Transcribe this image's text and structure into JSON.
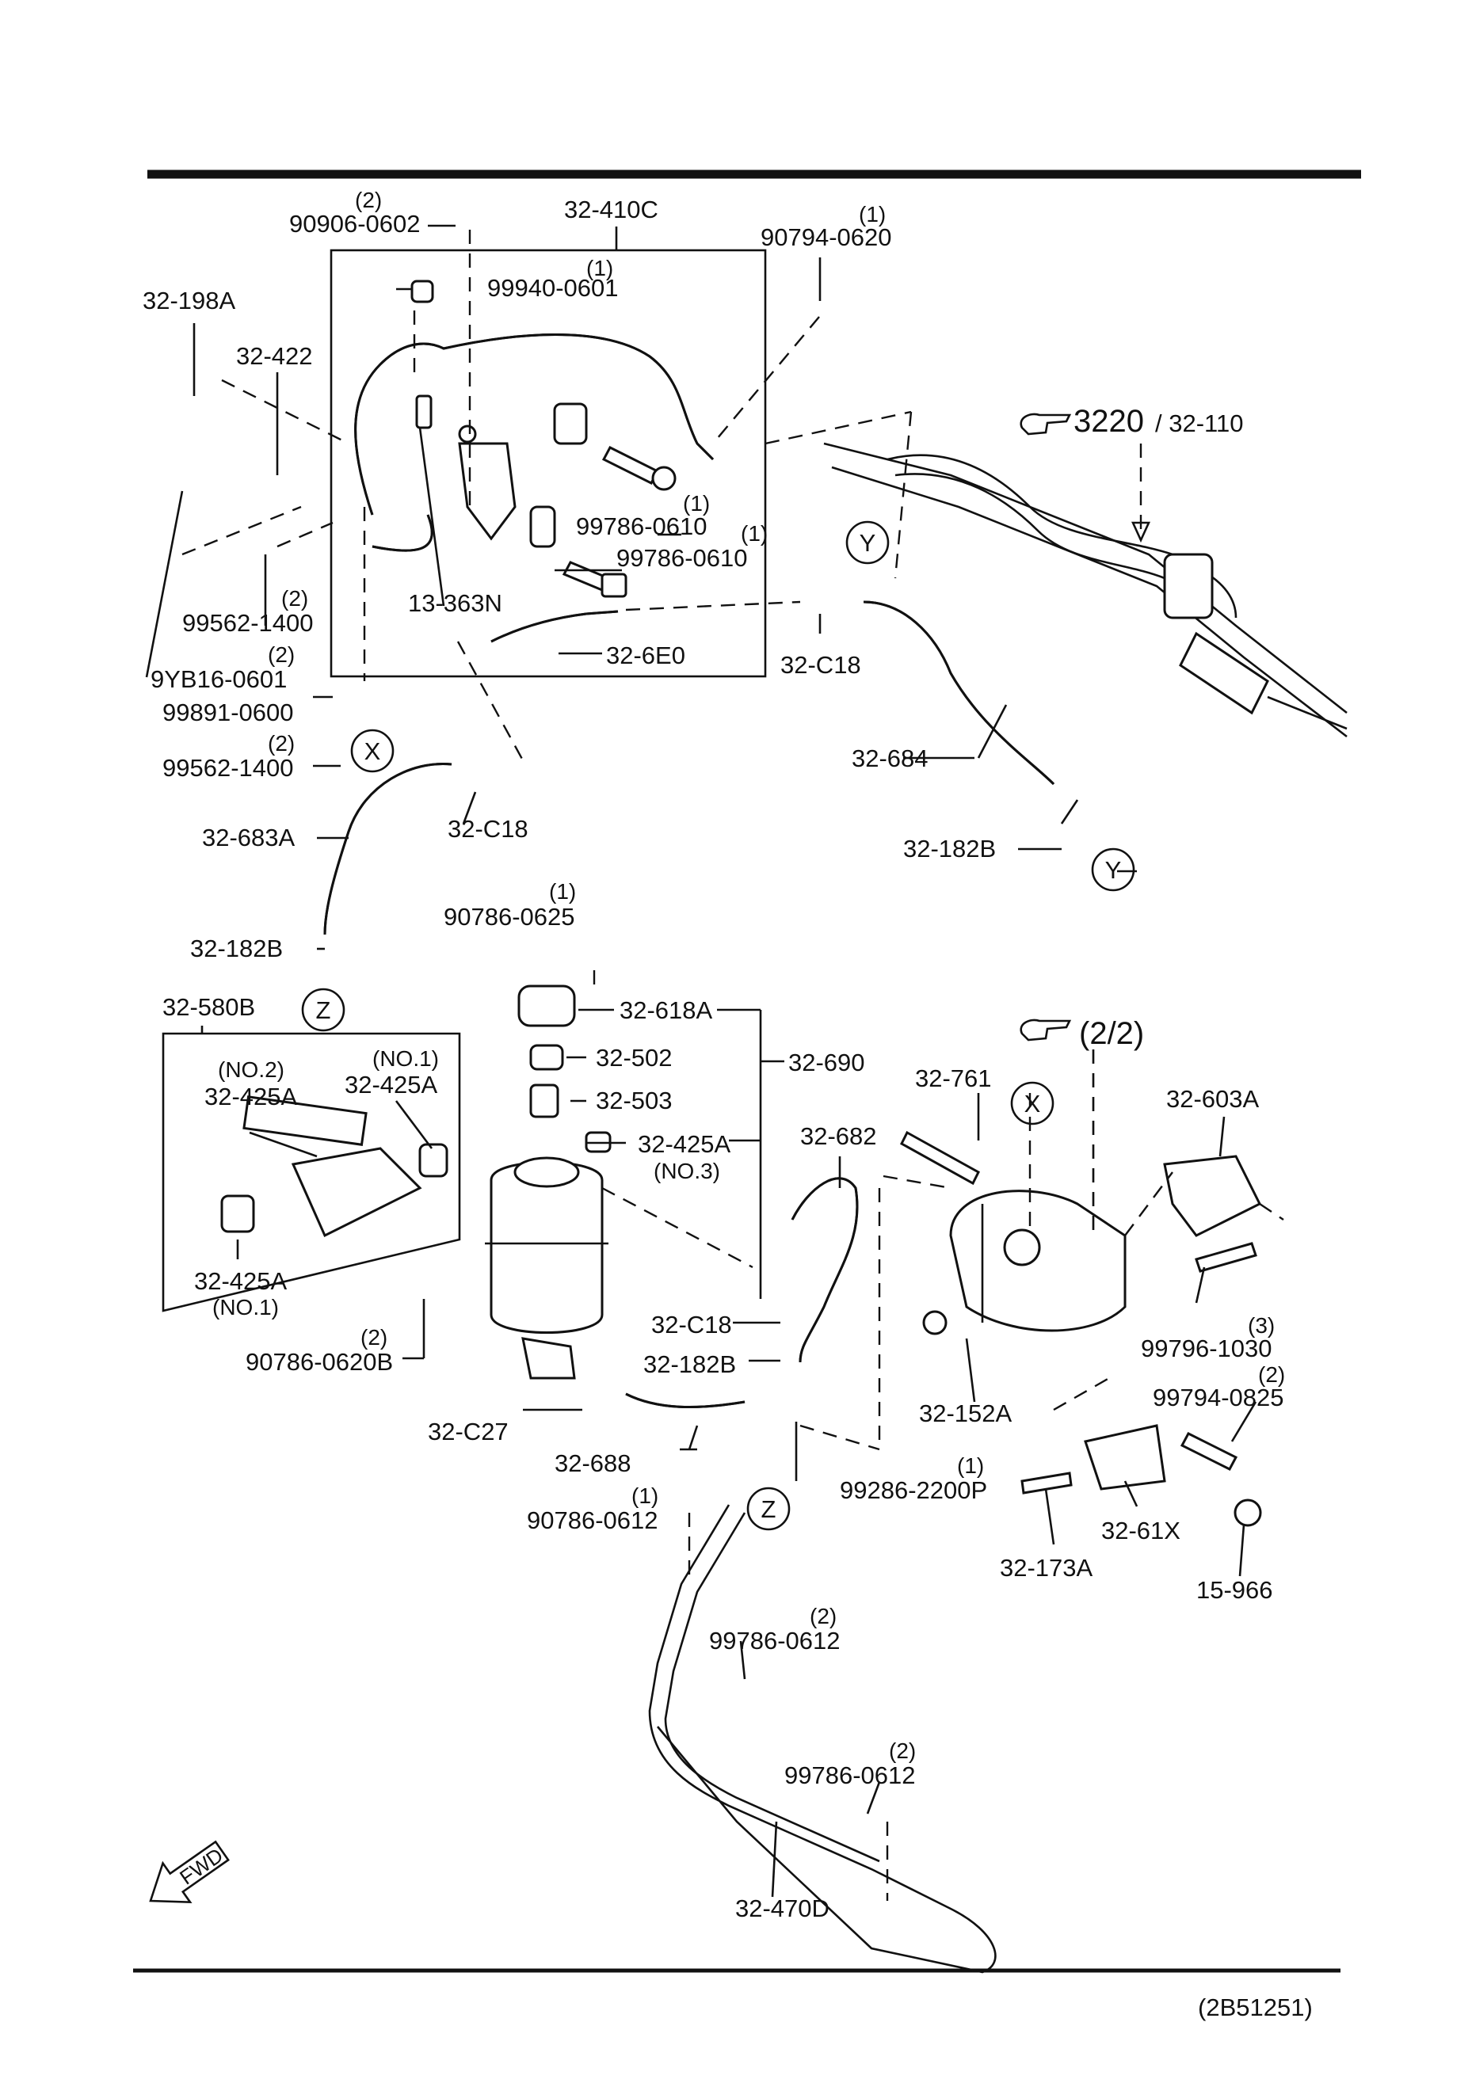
{
  "parts": {
    "p90906_qty": "(2)",
    "p90906": "90906-0602",
    "p32410c": "32-410C",
    "p90794_qty": "(1)",
    "p90794": "90794-0620",
    "p99940_qty": "(1)",
    "p99940": "99940-0601",
    "p32198a": "32-198A",
    "p32422": "32-422",
    "p3220": "3220",
    "p32110": "/ 32-110",
    "p99786a_qty": "(1)",
    "p99786a": "99786-0610",
    "p99786b_qty": "(1)",
    "p99786b": "99786-0610",
    "y1": "Y",
    "p99562a_qty": "(2)",
    "p99562a": "99562-1400",
    "p13363n": "13-363N",
    "p326e0": "32-6E0",
    "p32c18a": "32-C18",
    "p9yb16_qty": "(2)",
    "p9yb16": "9YB16-0601",
    "p99891": "99891-0600",
    "p99562b_qty": "(2)",
    "p99562b": "99562-1400",
    "x1": "X",
    "p32684": "32-684",
    "p32c18b": "32-C18",
    "p32683a": "32-683A",
    "p32182b_a": "32-182B",
    "y2": "Y",
    "p90786_0625_qty": "(1)",
    "p90786_0625": "90786-0625",
    "p32182b_b": "32-182B",
    "z1": "Z",
    "p32580b": "32-580B",
    "p32618a": "32-618A",
    "p32690": "32-690",
    "p32502": "32-502",
    "p32503": "32-503",
    "p32425a_no3": "32-425A",
    "no3": "(NO.3)",
    "p2_2": "(2/2)",
    "p32761": "32-761",
    "x2": "X",
    "p32603a": "32-603A",
    "p32682": "32-682",
    "no2": "(NO.2)",
    "p32425a_2": "32-425A",
    "no1a": "(NO.1)",
    "p32425a_1": "32-425A",
    "p32425a_b": "32-425A",
    "no1b": "(NO.1)",
    "p90786_0620b_qty": "(2)",
    "p90786_0620b": "90786-0620B",
    "p32c18c": "32-C18",
    "p32182b_c": "32-182B",
    "p99796_qty": "(3)",
    "p99796": "99796-1030",
    "p99794_qty": "(2)",
    "p99794": "99794-0825",
    "p32152a": "32-152A",
    "p32c27": "32-C27",
    "p32688": "32-688",
    "p99286_qty": "(1)",
    "p99286": "99286-2200P",
    "p90786_0612_qty": "(1)",
    "p90786_0612": "90786-0612",
    "z2": "Z",
    "p3261x": "32-61X",
    "p32173a": "32-173A",
    "p15966": "15-966",
    "p99786c_qty": "(2)",
    "p99786c": "99786-0612",
    "p99786d_qty": "(2)",
    "p99786d": "99786-0612",
    "fwd": "FWD",
    "p32470d": "32-470D",
    "figure_code": "(2B51251)"
  },
  "icons": [
    "hand-pointer-icon",
    "fwd-arrow-icon"
  ]
}
